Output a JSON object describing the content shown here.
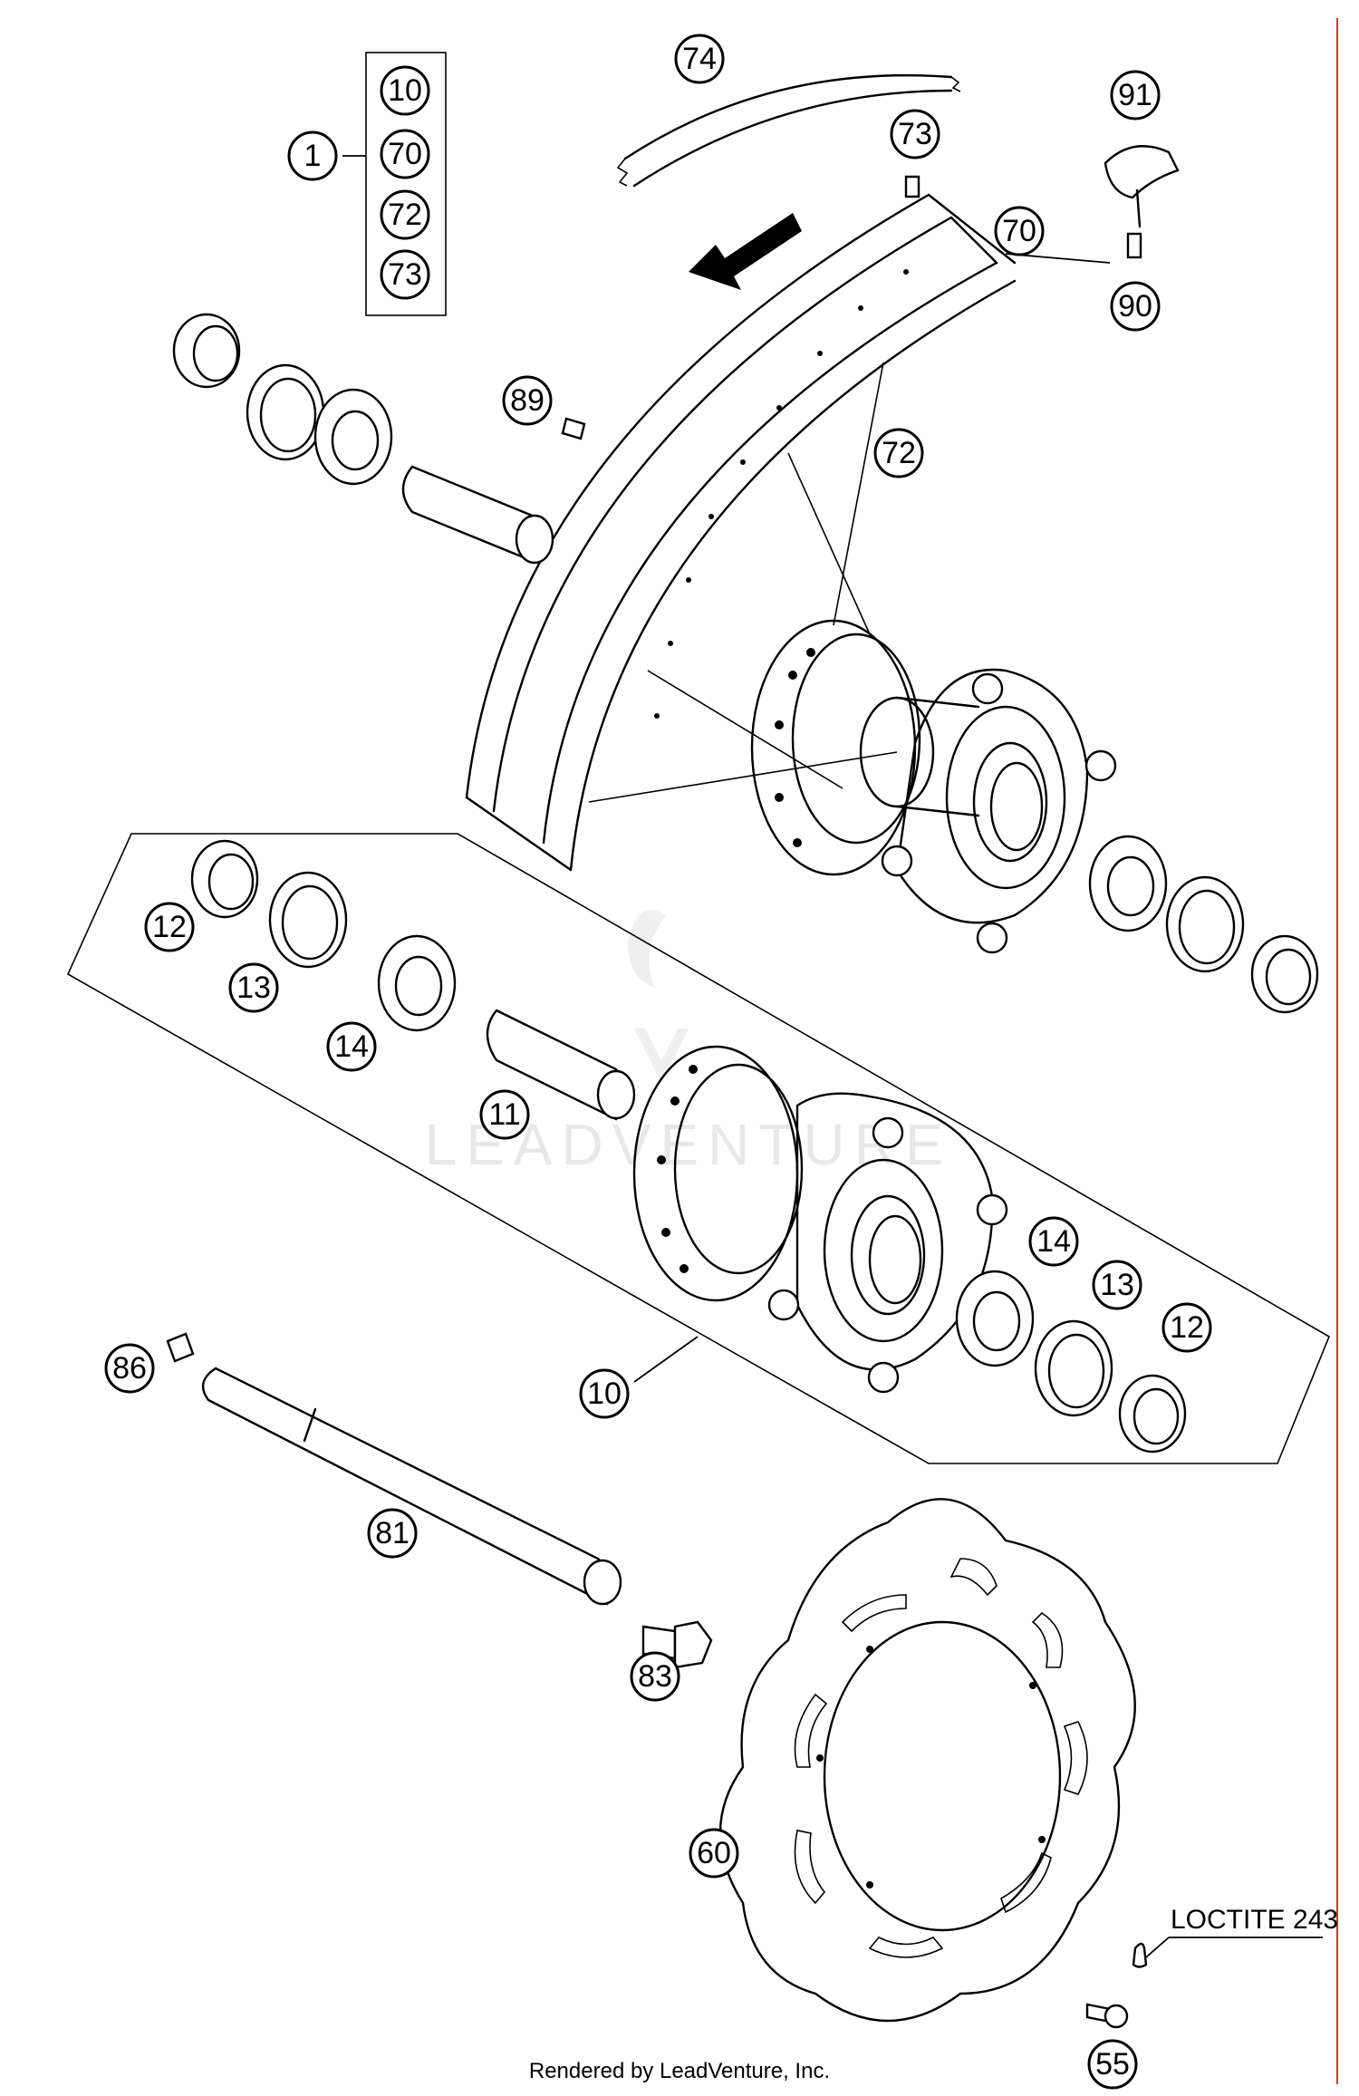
{
  "callouts": {
    "c1": "1",
    "c10a": "10",
    "c70a": "70",
    "c72a": "72",
    "c73a": "73",
    "c74": "74",
    "c73": "73",
    "c70": "70",
    "c72": "72",
    "c91": "91",
    "c90": "90",
    "c89": "89",
    "c12a": "12",
    "c13a": "13",
    "c14a": "14",
    "c11": "11",
    "c14b": "14",
    "c13b": "13",
    "c12b": "12",
    "c10": "10",
    "c86": "86",
    "c81": "81",
    "c83": "83",
    "c60": "60",
    "c55": "55"
  },
  "loctite_label": "LOCTITE 243",
  "watermark": "LEADVENTURE",
  "footer": "Rendered by LeadVenture, Inc.",
  "colors": {
    "line": "#000000",
    "margin_rule": "#e03030",
    "watermark": "#e6e6e6"
  }
}
